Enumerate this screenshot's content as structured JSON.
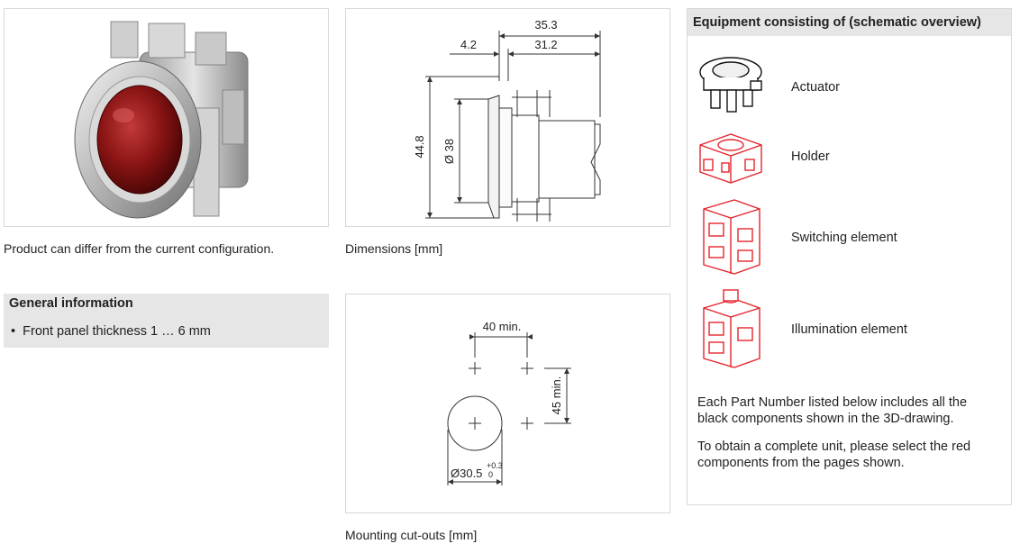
{
  "product_photo": {
    "caption": "Product can differ from the current configuration."
  },
  "dimensions": {
    "caption": "Dimensions [mm]",
    "dim_total": "35.3",
    "dim_front": "4.2",
    "dim_body": "31.2",
    "dim_height": "44.8",
    "dim_diameter": "Ø 38"
  },
  "general_info": {
    "title": "General information",
    "items": [
      "Front panel thickness 1 … 6 mm"
    ]
  },
  "cutouts": {
    "caption": "Mounting cut-outs [mm]",
    "dim_horizontal": "40 min.",
    "dim_vertical": "45 min.",
    "dim_hole": "Ø30.5",
    "tol_upper": "+0.3",
    "tol_lower": "0"
  },
  "equipment": {
    "title": "Equipment consisting of (schematic overview)",
    "components": [
      {
        "label": "Actuator",
        "icon": "actuator-icon"
      },
      {
        "label": "Holder",
        "icon": "holder-icon"
      },
      {
        "label": "Switching element",
        "icon": "switching-element-icon"
      },
      {
        "label": "Illumination element",
        "icon": "illumination-element-icon"
      }
    ],
    "note_1": "Each Part Number listed below includes all the black components shown in the 3D-drawing.",
    "note_2": "To obtain a complete unit, please select the red components from the pages shown."
  },
  "colors": {
    "header_bg": "#e6e6e6",
    "border": "#d8d8d8",
    "accent_red": "#e3262d",
    "lens_red": "#8a1414"
  }
}
